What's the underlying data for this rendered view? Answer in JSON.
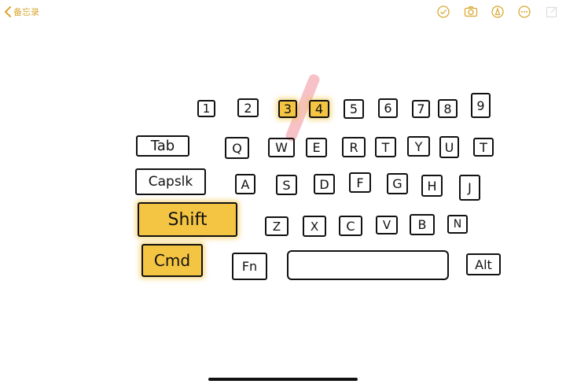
{
  "nav": {
    "back_label": "备忘录"
  },
  "toolbar": {
    "icons": [
      "checklist-icon",
      "camera-icon",
      "markup-pen-icon",
      "more-icon",
      "compose-icon"
    ]
  },
  "colors": {
    "accent": "#d9a832",
    "highlight": "#f4c542",
    "pink_stroke": "#ec7882",
    "ink": "#111111"
  },
  "sketch": {
    "row_numbers": [
      "1",
      "2",
      "3",
      "4",
      "5",
      "6",
      "7",
      "8",
      "9"
    ],
    "row_qwerty": [
      "Tab",
      "Q",
      "W",
      "E",
      "R",
      "T",
      "Y",
      "U",
      "T"
    ],
    "row_home": [
      "Capslk",
      "A",
      "S",
      "D",
      "F",
      "G",
      "H",
      "J"
    ],
    "row_shift": [
      "Shift",
      "Z",
      "X",
      "C",
      "V",
      "B",
      "N"
    ],
    "row_bottom": [
      "Cmd",
      "Fn",
      "",
      "Alt"
    ],
    "highlighted_keys": [
      "3",
      "4",
      "Shift",
      "Cmd"
    ]
  }
}
